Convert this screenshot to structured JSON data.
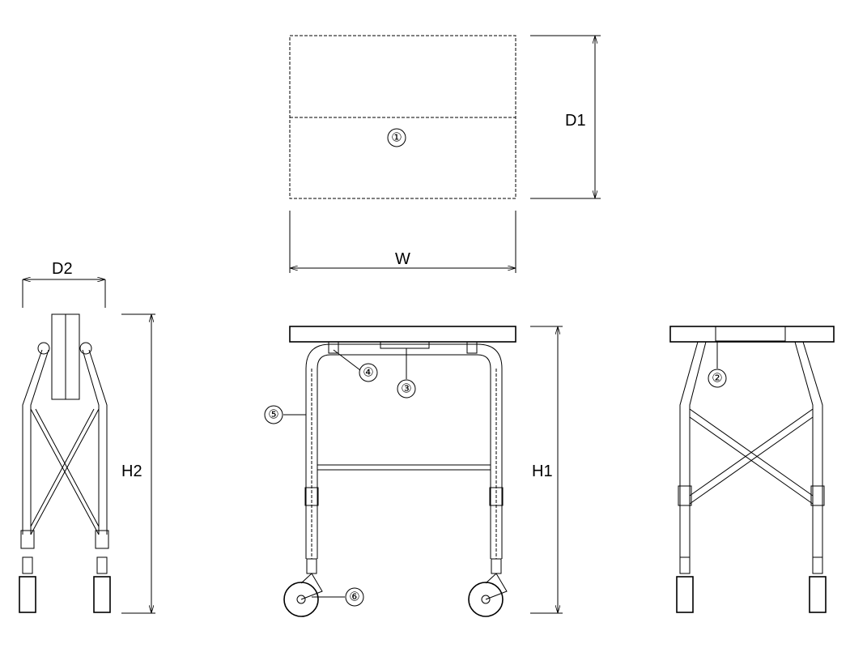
{
  "dimensions": {
    "D1": "D1",
    "W": "W",
    "D2": "D2",
    "H2": "H2",
    "H1": "H1"
  },
  "callouts": [
    "①",
    "②",
    "③",
    "④",
    "⑤",
    "⑥"
  ]
}
